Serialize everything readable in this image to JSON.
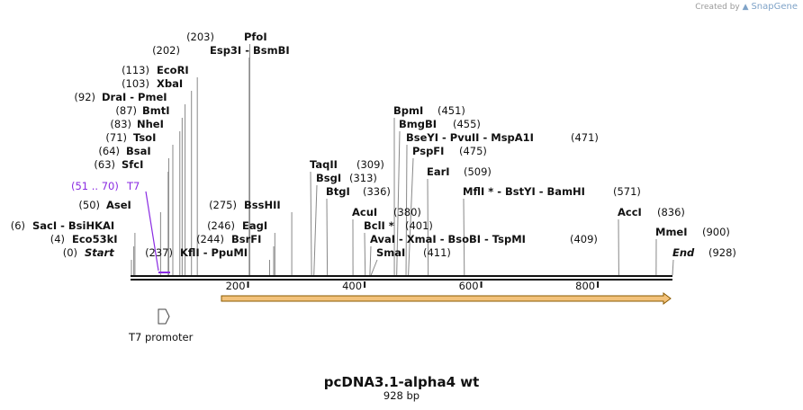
{
  "credit": {
    "prefix": "Created by",
    "brand": "SnapGene"
  },
  "title": "pcDNA3.1-alpha4  wt",
  "subtitle": "928 bp",
  "sequence_length": 928,
  "axis_ticks": [
    {
      "value": 200,
      "label": "200"
    },
    {
      "value": 400,
      "label": "400"
    },
    {
      "value": 600,
      "label": "600"
    },
    {
      "value": 800,
      "label": "800"
    }
  ],
  "sites": [
    {
      "id": "pfoi",
      "pos": 203,
      "pos_label": "(203)",
      "names": "PfoI",
      "side": "left"
    },
    {
      "id": "esp3i",
      "pos": 202,
      "pos_label": "(202)",
      "names": "Esp3I  -  BsmBI",
      "side": "left"
    },
    {
      "id": "ecori",
      "pos": 113,
      "pos_label": "(113)",
      "names": "EcoRI",
      "side": "left"
    },
    {
      "id": "xbai",
      "pos": 103,
      "pos_label": "(103)",
      "names": "XbaI",
      "side": "left"
    },
    {
      "id": "drai",
      "pos": 92,
      "pos_label": "(92)",
      "names": "DraI  -  PmeI",
      "side": "left"
    },
    {
      "id": "bmti",
      "pos": 87,
      "pos_label": "(87)",
      "names": "BmtI",
      "side": "left"
    },
    {
      "id": "nhei",
      "pos": 83,
      "pos_label": "(83)",
      "names": "NheI",
      "side": "left"
    },
    {
      "id": "tsoi",
      "pos": 71,
      "pos_label": "(71)",
      "names": "TsoI",
      "side": "left"
    },
    {
      "id": "bsai",
      "pos": 64,
      "pos_label": "(64)",
      "names": "BsaI",
      "side": "left"
    },
    {
      "id": "sfci",
      "pos": 63,
      "pos_label": "(63)",
      "names": "SfcI",
      "side": "left"
    },
    {
      "id": "asei",
      "pos": 50,
      "pos_label": "(50)",
      "names": "AseI",
      "side": "left"
    },
    {
      "id": "saci",
      "pos": 6,
      "pos_label": "(6)",
      "names": "SacI  -  BsiHKAI",
      "side": "left"
    },
    {
      "id": "eco53ki",
      "pos": 4,
      "pos_label": "(4)",
      "names": "Eco53kI",
      "side": "left"
    },
    {
      "id": "start",
      "pos": 0,
      "pos_label": "(0)",
      "names": "Start",
      "side": "left",
      "italic": true
    },
    {
      "id": "kfli",
      "pos": 237,
      "pos_label": "(237)",
      "names": "KflI  -  PpuMI",
      "side": "left"
    },
    {
      "id": "bsshii",
      "pos": 275,
      "pos_label": "(275)",
      "names": "BssHII",
      "side": "left"
    },
    {
      "id": "eagi",
      "pos": 246,
      "pos_label": "(246)",
      "names": "EagI",
      "side": "left"
    },
    {
      "id": "bsrfi",
      "pos": 244,
      "pos_label": "(244)",
      "names": "BsrFI",
      "side": "left"
    },
    {
      "id": "taqii",
      "pos": 309,
      "pos_label": "(309)",
      "names": "TaqII",
      "side": "right"
    },
    {
      "id": "bsgi",
      "pos": 313,
      "pos_label": "(313)",
      "names": "BsgI",
      "side": "right"
    },
    {
      "id": "btgi",
      "pos": 336,
      "pos_label": "(336)",
      "names": "BtgI",
      "side": "right"
    },
    {
      "id": "acui",
      "pos": 380,
      "pos_label": "(380)",
      "names": "AcuI",
      "side": "right"
    },
    {
      "id": "bcli",
      "pos": 401,
      "pos_label": "(401)",
      "names": "BclI *",
      "side": "right"
    },
    {
      "id": "avai",
      "pos": 409,
      "pos_label": "(409)",
      "names": "AvaI  -  XmaI  -  BsoBI  -  TspMI",
      "side": "right"
    },
    {
      "id": "smai",
      "pos": 411,
      "pos_label": "(411)",
      "names": "SmaI",
      "side": "right"
    },
    {
      "id": "bpmi",
      "pos": 451,
      "pos_label": "(451)",
      "names": "BpmI",
      "side": "right"
    },
    {
      "id": "bmgbi",
      "pos": 455,
      "pos_label": "(455)",
      "names": "BmgBI",
      "side": "right"
    },
    {
      "id": "bseyi",
      "pos": 471,
      "pos_label": "(471)",
      "names": "BseYI  -  PvuII  -  MspA1I",
      "side": "right"
    },
    {
      "id": "pspfi",
      "pos": 475,
      "pos_label": "(475)",
      "names": "PspFI",
      "side": "right"
    },
    {
      "id": "eari",
      "pos": 509,
      "pos_label": "(509)",
      "names": "EarI",
      "side": "right"
    },
    {
      "id": "mfli",
      "pos": 571,
      "pos_label": "(571)",
      "names": "MflI *  -  BstYI  -  BamHI",
      "side": "right"
    },
    {
      "id": "acci",
      "pos": 836,
      "pos_label": "(836)",
      "names": "AccI",
      "side": "right"
    },
    {
      "id": "mmei",
      "pos": 900,
      "pos_label": "(900)",
      "names": "MmeI",
      "side": "right"
    },
    {
      "id": "end",
      "pos": 928,
      "pos_label": "(928)",
      "names": "End",
      "side": "right",
      "italic": true
    }
  ],
  "feature_label": {
    "range": "(51 .. 70)",
    "name": "T7",
    "color": "#8a2be2"
  },
  "promoter": {
    "name": "T7 promoter"
  },
  "colors": {
    "backbone": "#111111",
    "connector": "#888888",
    "orf_fill": "#f3c27a",
    "orf_stroke": "#8a5a00",
    "feature": "#8a2be2"
  }
}
